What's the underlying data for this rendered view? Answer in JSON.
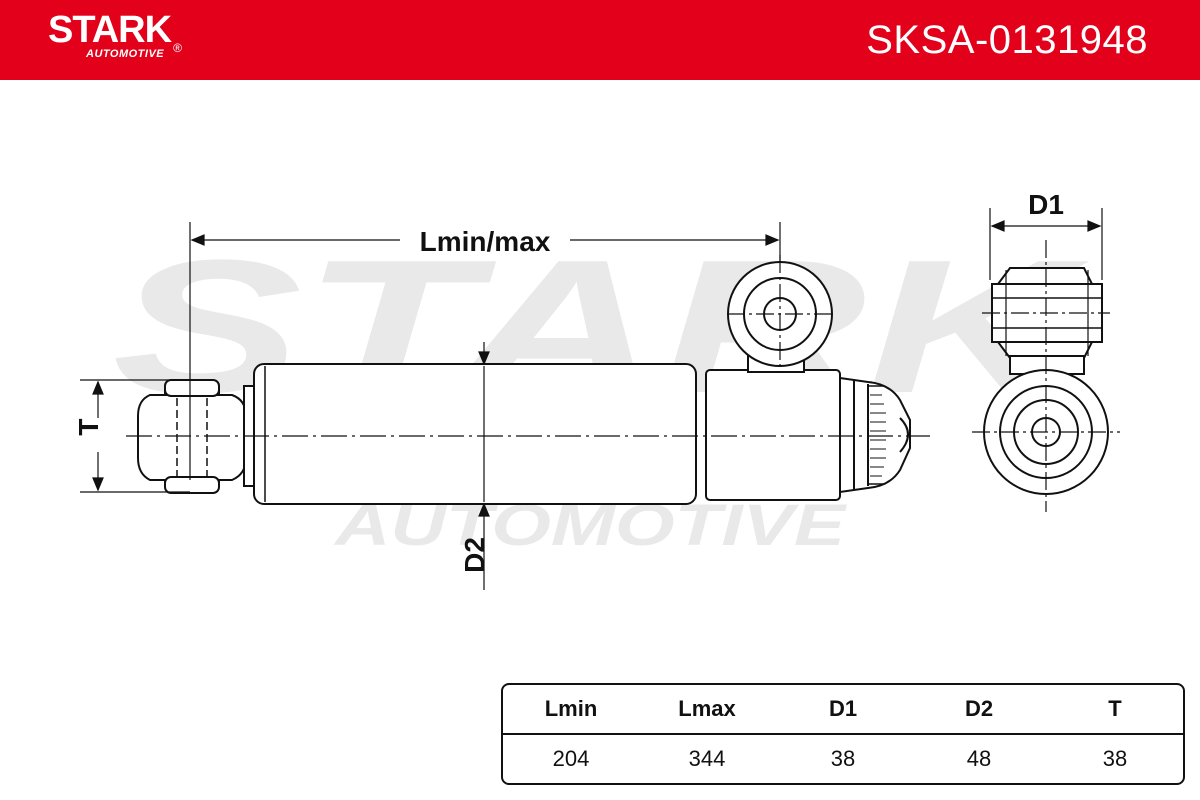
{
  "header": {
    "brand": "STARK",
    "brand_mark": "®",
    "brand_sub": "AUTOMOTIVE",
    "part_number": "SKSA-0131948",
    "color": "#e2001a"
  },
  "watermark": {
    "brand": "STARK",
    "sub": "AUTOMOTIVE"
  },
  "drawing": {
    "labels": {
      "length": "Lmin/max",
      "d1": "D1",
      "d2": "D2",
      "t": "T"
    }
  },
  "table": {
    "headers": [
      "Lmin",
      "Lmax",
      "D1",
      "D2",
      "T"
    ],
    "values": [
      "204",
      "344",
      "38",
      "48",
      "38"
    ]
  }
}
